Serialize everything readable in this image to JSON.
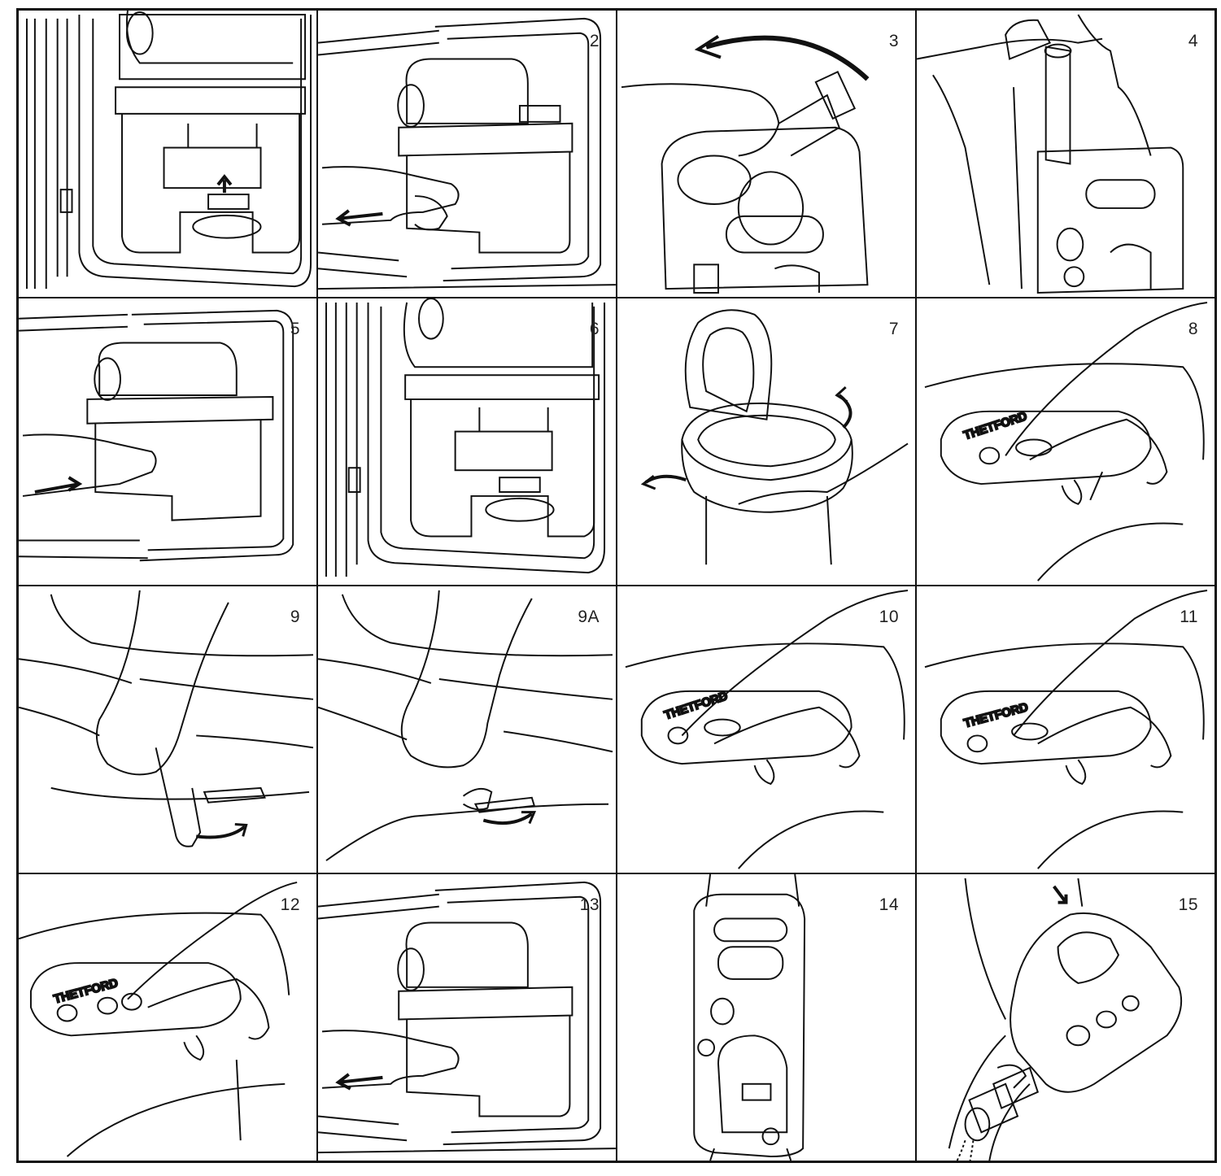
{
  "brand_text": "THETFORD",
  "steps": [
    {
      "label": ""
    },
    {
      "label": "2"
    },
    {
      "label": "3"
    },
    {
      "label": "4"
    },
    {
      "label": "5"
    },
    {
      "label": "6"
    },
    {
      "label": "7"
    },
    {
      "label": "8"
    },
    {
      "label": "9"
    },
    {
      "label": "9A"
    },
    {
      "label": "10"
    },
    {
      "label": "11"
    },
    {
      "label": "12"
    },
    {
      "label": "13"
    },
    {
      "label": "14"
    },
    {
      "label": "15"
    }
  ],
  "colors": {
    "line": "#111111",
    "paper": "#ffffff"
  },
  "icons": [
    "hand-icon",
    "arrow-icon",
    "cassette-tank-icon",
    "toilet-seat-icon",
    "control-panel-icon"
  ]
}
